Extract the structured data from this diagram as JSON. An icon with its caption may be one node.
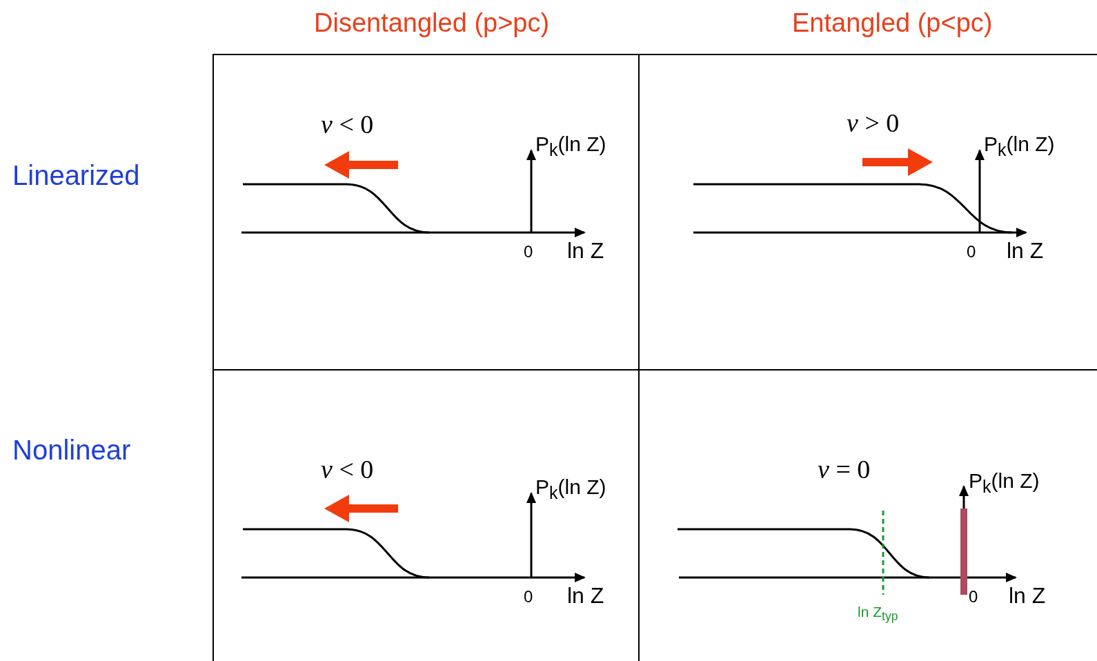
{
  "diagram": {
    "nodes": [
      {
        "text": [
          "*v* < 0",
          "P$_{k}$(ln Z)",
          "0",
          "ln Z"
        ]
      },
      {
        "text": [
          "*v* > 0",
          "P$_{k}$(ln Z)",
          "0",
          "ln Z"
        ]
      },
      {
        "text": [
          "*v* < 0",
          "P$_{k}$(ln Z)",
          "0",
          "ln Z"
        ]
      },
      {
        "text": [
          "*v* = 0",
          "P$_{k}$(ln Z)",
          "0",
          "ln Z",
          "ln Z$_{typ}$"
        ]
      }
    ],
    "edges": [],
    "labels": [
      "Disentangled (p>pc)",
      "Entangled (p<pc)",
      "Linearized",
      "Nonlinear"
    ]
  }
}
